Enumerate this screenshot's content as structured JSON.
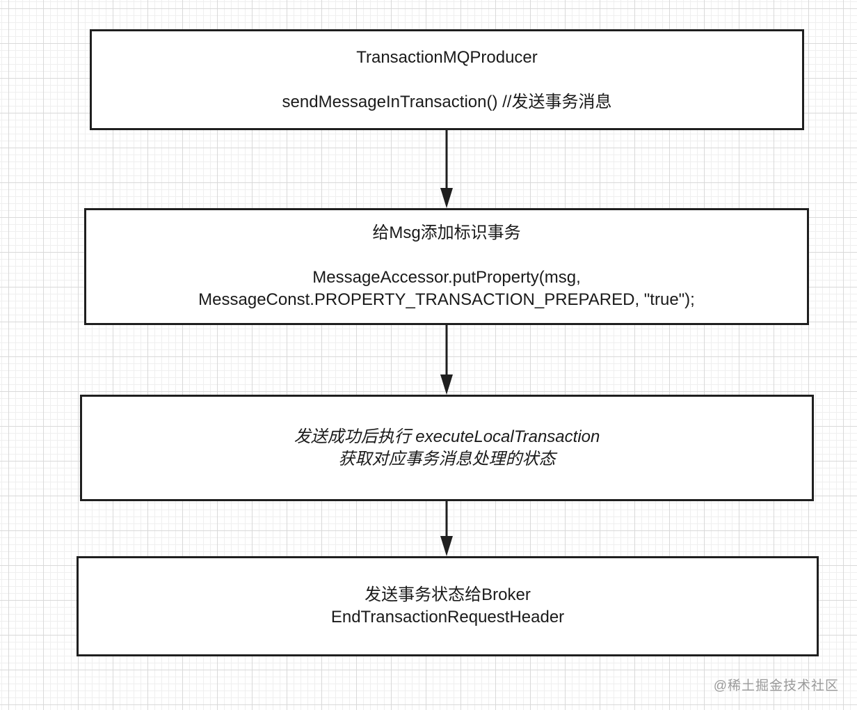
{
  "boxes": {
    "producer": {
      "title": "TransactionMQProducer",
      "method": "sendMessageInTransaction() //发送事务消息"
    },
    "mark": {
      "title": "给Msg添加标识事务",
      "code_line1": "MessageAccessor.putProperty(msg,",
      "code_line2": "MessageConst.PROPERTY_TRANSACTION_PREPARED, \"true\");"
    },
    "execute": {
      "line1": "发送成功后执行 executeLocalTransaction",
      "line2": "获取对应事务消息处理的状态"
    },
    "broker": {
      "line1": "发送事务状态给Broker",
      "line2": "EndTransactionRequestHeader"
    }
  },
  "watermark": "@稀土掘金技术社区",
  "colors": {
    "stroke": "#1f1f1f",
    "grid": "#d9d9d9",
    "watermark": "#9a9a9a"
  }
}
